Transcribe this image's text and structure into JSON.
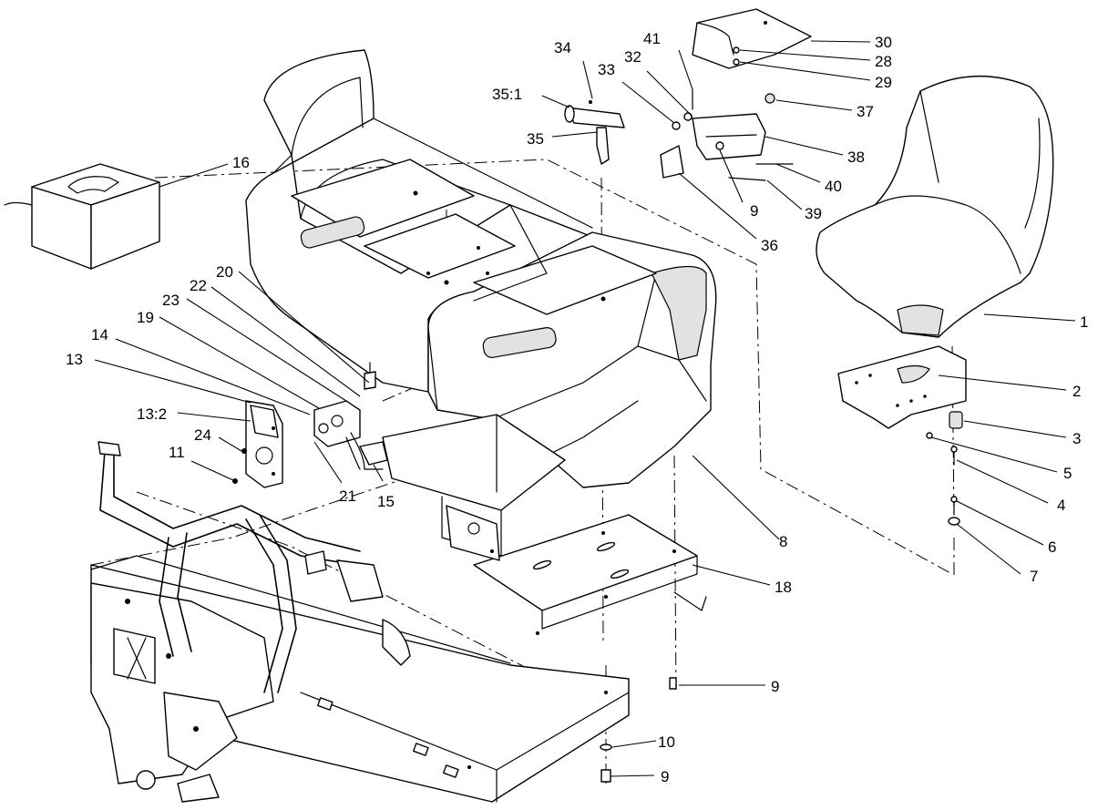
{
  "callouts": [
    {
      "id": "c1",
      "text": "1"
    },
    {
      "id": "c2",
      "text": "2"
    },
    {
      "id": "c3",
      "text": "3"
    },
    {
      "id": "c4",
      "text": "4"
    },
    {
      "id": "c5",
      "text": "5"
    },
    {
      "id": "c6",
      "text": "6"
    },
    {
      "id": "c7",
      "text": "7"
    },
    {
      "id": "c8",
      "text": "8"
    },
    {
      "id": "c9a",
      "text": "9"
    },
    {
      "id": "c9b",
      "text": "9"
    },
    {
      "id": "c9c",
      "text": "9"
    },
    {
      "id": "c10",
      "text": "10"
    },
    {
      "id": "c11",
      "text": "11"
    },
    {
      "id": "c13",
      "text": "13"
    },
    {
      "id": "c13_2",
      "text": "13:2"
    },
    {
      "id": "c14",
      "text": "14"
    },
    {
      "id": "c15",
      "text": "15"
    },
    {
      "id": "c16",
      "text": "16"
    },
    {
      "id": "c18",
      "text": "18"
    },
    {
      "id": "c19",
      "text": "19"
    },
    {
      "id": "c20",
      "text": "20"
    },
    {
      "id": "c21",
      "text": "21"
    },
    {
      "id": "c22",
      "text": "22"
    },
    {
      "id": "c23",
      "text": "23"
    },
    {
      "id": "c24",
      "text": "24"
    },
    {
      "id": "c28",
      "text": "28"
    },
    {
      "id": "c29",
      "text": "29"
    },
    {
      "id": "c30",
      "text": "30"
    },
    {
      "id": "c32",
      "text": "32"
    },
    {
      "id": "c33",
      "text": "33"
    },
    {
      "id": "c34",
      "text": "34"
    },
    {
      "id": "c35",
      "text": "35"
    },
    {
      "id": "c35_1",
      "text": "35:1"
    },
    {
      "id": "c36",
      "text": "36"
    },
    {
      "id": "c37",
      "text": "37"
    },
    {
      "id": "c38",
      "text": "38"
    },
    {
      "id": "c39",
      "text": "39"
    },
    {
      "id": "c40",
      "text": "40"
    },
    {
      "id": "c41",
      "text": "41"
    }
  ]
}
